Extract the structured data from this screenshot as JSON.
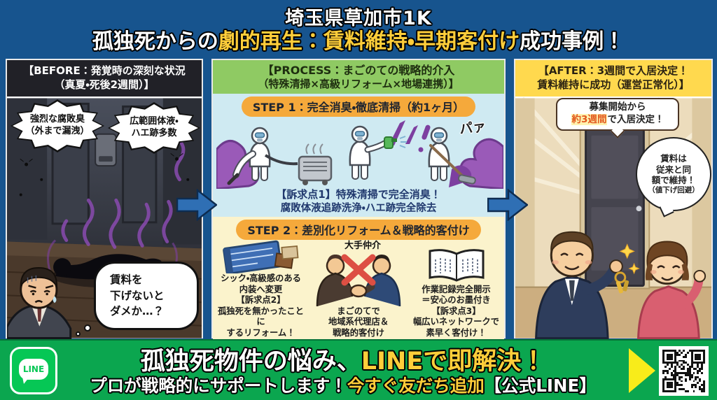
{
  "header": {
    "line1": "埼玉県草加市1K",
    "line2_white1": "孤独死からの",
    "line2_accent": "劇的再生：賃料維持・早期客付け",
    "line2_white2": "成功事例！"
  },
  "before": {
    "title1": "【BEFORE：発覚時の深刻な状況",
    "title2": "（真夏・死後2週間）】",
    "burst1": [
      "強烈な腐敗臭",
      "（外まで漏洩）"
    ],
    "burst2": [
      "広範囲体液・",
      "ハエ跡多数"
    ],
    "thought": [
      "賃料を",
      "下げないと",
      "ダメか…？"
    ]
  },
  "process": {
    "title1": "【PROCESS：まごのての戦略的介入",
    "title2": "（特殊清掃×高級リフォーム×地場連携）】",
    "step1_badge": "STEP 1：完全消臭・徹底清掃（約1ヶ月）",
    "step1_sfx": "パァ",
    "step1_point1": "【訴求点1】特殊清掃で完全消臭！",
    "step1_point2": "腐敗体液追跡洗浄・ハエ跡完全除去",
    "step2_badge": "STEP 2：差別化リフォーム＆戦略的客付け",
    "step2_cols": [
      {
        "lines": [
          "シック・高級感のある",
          "内装へ変更",
          "【訴求点2】",
          "孤独死を無かったことに",
          "するリフォーム！"
        ]
      },
      {
        "label": "大手仲介",
        "lines": [
          "まごのてで",
          "地域系代理店＆",
          "戦略的客付け"
        ]
      },
      {
        "lines": [
          "作業記録完全開示",
          "＝安心のお墨付き",
          "【訴求点3】",
          "幅広いネットワークで",
          "素早く客付け！"
        ]
      }
    ]
  },
  "after": {
    "title1": "【AFTER：3週間で入居決定！",
    "title2": "賃料維持に成功（運営正常化）】",
    "bubble_top_line1": "募集開始から",
    "bubble_top_highlight": "約3週間",
    "bubble_top_rest": "で入居決定！",
    "bubble_round": [
      "賃料は",
      "従来と同",
      "額で維持！",
      "（値下げ回避）"
    ]
  },
  "footer": {
    "logo_text": "LINE",
    "line1_white": "孤独死物件の悩み、",
    "line1_yellow": "LINEで即解決！",
    "line2_white": "プロが戦略的にサポートします！",
    "line2_yellow": "今すぐ友だち追加",
    "line2_tail": "【公式LINE】"
  },
  "icons": {
    "line_logo": "line-app-logo",
    "qr_code": "qr-code",
    "flow_arrow": "blue-chevron-arrow",
    "x_mark": "red-x-mark",
    "col1": "blueprint-and-swatches",
    "col2": "businessmen-handshake",
    "col3": "open-record-book"
  },
  "colors": {
    "background_blue": "#17548E",
    "accent_yellow": "#FFCE3A",
    "pill_orange": "#F5A93B",
    "process_green": "#8FCA63",
    "step1_blue": "#CFEAF2",
    "step2_cream": "#FBF3CC",
    "after_yellow": "#FFD94E",
    "footer_green": "#0BA64F",
    "line_green": "#06C755",
    "highlight_orange": "#E2571E",
    "smoke_purple": "#8A4BB0"
  }
}
